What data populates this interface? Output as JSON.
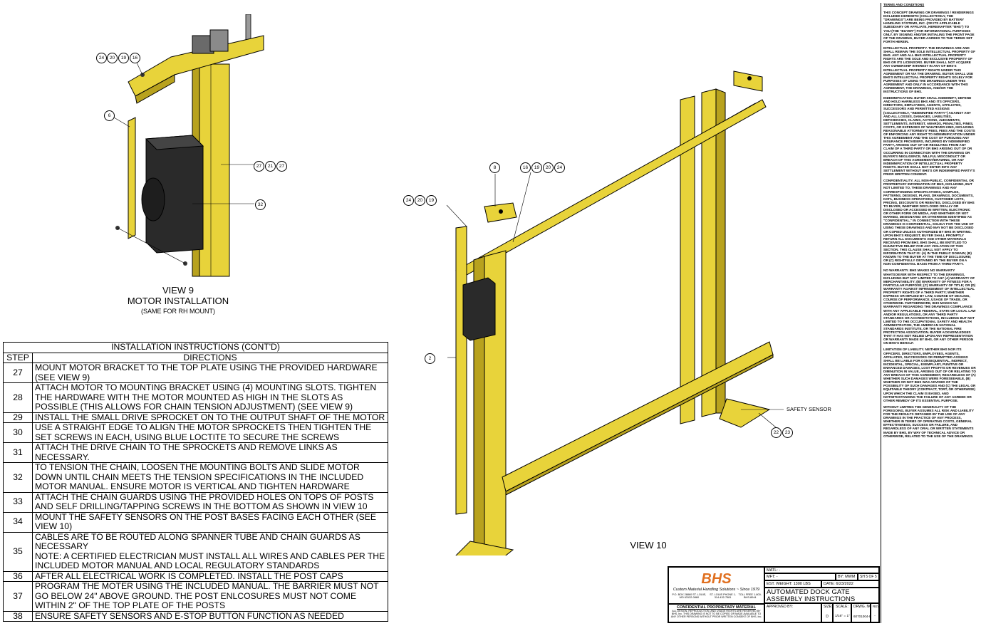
{
  "view9": {
    "title": "VIEW 9",
    "subtitle": "MOTOR INSTALLATION",
    "note": "(SAME FOR RH MOUNT)",
    "callouts": [
      "24",
      "20",
      "19",
      "16",
      "6",
      "27",
      "21",
      "27",
      "32"
    ]
  },
  "view10": {
    "title": "VIEW 10",
    "callouts": [
      "8",
      "16",
      "19",
      "20",
      "24",
      "24",
      "20",
      "19",
      "2",
      "22",
      "23"
    ],
    "safety_sensor_label": "SAFETY SENSOR"
  },
  "instructions": {
    "title": "INSTALLATION INSTRUCTIONS (CONT'D)",
    "col_step": "STEP",
    "col_directions": "DIRECTIONS",
    "rows": [
      {
        "step": "27",
        "text": "MOUNT MOTOR BRACKET TO THE TOP PLATE USING THE PROVIDED HARDWARE (SEE VIEW 9)"
      },
      {
        "step": "28",
        "text": "ATTACH MOTOR TO MOUNTING BRACKET USING (4) MOUNTING SLOTS. TIGHTEN THE HARDWARE WITH THE MOTOR MOUNTED AS HIGH IN THE SLOTS AS POSSIBLE (THIS ALLOWS FOR CHAIN TENSION ADJUSTMENT) (SEE VIEW 9)"
      },
      {
        "step": "29",
        "text": "INSTALL THE SMALL DRIVE SPROCKET ON TO THE OUTPUT SHAFT OF THE MOTOR"
      },
      {
        "step": "30",
        "text": "USE A STRAIGHT EDGE TO ALIGN THE MOTOR SPROCKETS THEN TIGHTEN THE SET SCREWS IN EACH, USING BLUE LOCTITE TO SECURE THE SCREWS"
      },
      {
        "step": "31",
        "text": "ATTACH THE DRIVE CHAIN TO THE SPROCKETS AND REMOVE LINKS AS NECESSARY."
      },
      {
        "step": "32",
        "text": "TO TENSION THE CHAIN, LOOSEN THE MOUNTING BOLTS AND SLIDE MOTOR DOWN UNTIL CHAIN MEETS THE TENSION SPECIFICATIONS IN THE INCLUDED MOTOR MANUAL. ENSURE MOTOR IS VERTICAL AND TIGHTEN HARDWARE"
      },
      {
        "step": "33",
        "text": "ATTACH THE CHAIN GUARDS USING THE PROVIDED HOLES ON TOPS OF POSTS AND SELF DRILLING/TAPPING SCREWS IN THE BOTTOM AS SHOWN IN VIEW 10"
      },
      {
        "step": "34",
        "text": "MOUNT THE SAFETY SENSORS ON THE POST BASES FACING EACH OTHER (SEE VIEW 10)"
      },
      {
        "step": "35",
        "text": "CABLES ARE TO BE ROUTED ALONG SPANNER TUBE AND CHAIN GUARDS AS NECESSARY\nNOTE: A CERTIFIED ELECTRICIAN MUST INSTALL ALL WIRES AND CABLES PER THE INCLUDED MOTOR MANUAL AND LOCAL REGULATORY STANDARDS"
      },
      {
        "step": "36",
        "text": "AFTER ALL ELECTRICAL WORK IS COMPLETED. INSTALL THE POST CAPS"
      },
      {
        "step": "37",
        "text": "PROGRAM THE MOTER USING THE INCLUDED MANUAL. THE BARRIER MUST NOT GO BELOW 24\" ABOVE GROUND. THE POST ENLCOSURES MUST NOT COME WITHIN 2\" OF THE TOP PLATE OF THE POSTS"
      },
      {
        "step": "38",
        "text": "ENSURE SAFETY SENSORS AND E-STOP BUTTON FUNCTION AS NEEDED"
      }
    ]
  },
  "terms": {
    "heading": "TERMS AND CONDITIONS",
    "paragraphs": [
      "THIS CONCEPT DRAWING OR DRAWINGS / RENDERINGS INCLUDED HEREWITH (COLLECTIVELY, THE \"DRAWINGS\") ARE BEING PROVIDED BY BATTERY HANDLING SYSTEMS, INC. (OR ITS APPLICABLE SUBSIDIARY OR AFFILIATE, HEREINAFTER \"BHS\") TO YOU (THE \"BUYER\") FOR INFORMATIONAL PURPOSES ONLY. BY SIGNING AND/OR INITIALING THE FRONT PAGE OF THE DRAWING, BUYER AGREES TO THE TERMS SET FORTH HEREIN.",
      "INTELLECTUAL PROPERTY. THE DRAWINGS ARE AND SHALL REMAIN THE SOLE INTELLECTUAL PROPERTY OF BHS. ANY AND ALL BHS INTELLECTUAL PROPERTY RIGHTS ARE THE SOLE AND EXCLUSIVE PROPERTY OF BHS OR ITS LICENSORS. BUYER SHALL NOT ACQUIRE ANY OWNERSHIP INTEREST IN ANY OF BHS'S INTELLECTUAL PROPERTY RIGHTS UNDER THIS AGREEMENT OR VIA THE DRAWING. BUYER SHALL USE BHS'S INTELLECTUAL PROPERTY RIGHTS SOLELY FOR PURPOSES OF USING THE DRAWINGS UNDER THIS AGREEMENT AND ONLY IN ACCORDANCE WITH THIS AGREEMENT, THE DRAWINGS, AND/OR THE INSTRUCTIONS OF BHS.",
      "INDEMNIFICATION. BUYER SHALL INDEMNIFY, DEFEND AND HOLD HARMLESS BHS AND ITS OFFICERS, DIRECTORS, EMPLOYEES, AGENTS, AFFILIATES, SUCCESSORS AND PERMITTED ASSIGNS (COLLECTIVELY, \"INDEMNIFIED PARTY\") AGAINST ANY AND ALL LOSSES, DAMAGES, LIABILITIES, DEFICIENCIES, CLAIMS, ACTIONS, JUDGMENTS, SETTLEMENTS, INTEREST, AWARDS, PENALTIES, FINES, COSTS, OR EXPENSES OF WHATEVER KIND, INCLUDING REASONABLE ATTORNEYS' FEES, FEES AND THE COSTS OF ENFORCING ANY RIGHT TO INDEMNIFICATION UNDER THIS AGREEMENT AND THE COST OF PURSUING ANY INSURANCE PROVIDERS, INCURRED BY INDEMNIFIED PARTY, ARISING OUT OF OR RESULTING FROM ANY CLAIM OF A THIRD PARTY OR BHS ARISING OUT OF OR OCCURRING IN CONNECTION WITH THE DRAWING OR BUYER'S NEGLIGENCE, WILLFUL MISCONDUCT OR BREACH OF THIS AGREEMENT/DRAWING, OR ANY INDEMNIFICATION OF INTELLECTUAL PROPERTY RIGHTS. BUYER SHALL NOT ENTER INTO ANY SETTLEMENT WITHOUT BHS'S OR INDEMNIFIED PARTY'S PRIOR WRITTEN CONSENT.",
      "CONFIDENTIALITY. ALL NON-PUBLIC, CONFIDENTIAL OR PROPRIETARY INFORMATION OF BHS, INCLUDING, BUT NOT LIMITED TO, THESE DRAWINGS AND ANY CORRESPONDING SPECIFICATIONS, SAMPLES, PATTERNS, DESIGNS, PLANS, DRAWINGS, DOCUMENTS, DATA, BUSINESS OPERATIONS, CUSTOMER LISTS, PRICING, DISCOUNTS OR REBATES, DISCLOSED BY BHS TO BUYER, WHETHER DISCLOSED ORALLY OR DISCLOSED OR ACCESSED IN WRITTEN, ELECTRONIC OR OTHER FORM OR MEDIA, AND WHETHER OR NOT MARKED, DESIGNATED OR OTHERWISE IDENTIFIED AS \"CONFIDENTIAL,\" IN CONNECTION WITH THESE DRAWINGS IS CONFIDENTIAL, SOLELY FOR THE USE OF USING THESE DRAWINGS AND MAY NOT BE DISCLOSED OR COPIED UNLESS AUTHORIZED BY BHS IN WRITING. UPON BHS'S REQUEST, BUYER SHALL PROMPTLY RETURN ALL DOCUMENTS AND OTHER MATERIALS RECEIVED FROM BHS. BHS SHALL BE ENTITLED TO INJUNCTIVE RELIEF FOR ANY VIOLATION OF THIS SECTION. THIS CLAUSE SHALL NOT APPLY TO INFORMATION THAT IS: (A) IN THE PUBLIC DOMAIN; (B) KNOWN TO THE BUYER AT THE TIME OF DISCLOSURE; OR (C) RIGHTFULLY OBTAINED BY THE BUYER ON A NON-CONFIDENTIAL BASIS FROM A THIRD PARTY.",
      "NO WARRANTY. BHS MAKES NO WARRANTY WHATSOEVER WITH RESPECT TO THE DRAWINGS, INCLUDING BUT NOT LIMITED TO ANY (A) WARRANTY OF MERCHANTABILITY; (B) WARRANTY OF FITNESS FOR A PARTICULAR PURPOSE; (C) WARRANTY OF TITLE; OR (D) WARRANTY AGAINST INFRINGEMENT OF INTELLECTUAL PROPERTY RIGHTS OF A THIRD PARTY; WHETHER EXPRESS OR IMPLIED BY LAW, COURSE OF DEALING, COURSE OF PERFORMANCE, USAGE OF TRADE, OR OTHERWISE. FURTHERMORE, BHS MAKES NO WARRANTY REGARDING THE DRAWINGS COMPLIANCE WITH ANY APPLICABLE FEDERAL, STATE OR LOCAL LAW AND/OR REGULATIONS, OR ANY THIRD PARTY STANDARDS OR ACCREDITATIONS, INCLUDING BUT NOT LIMITED TO THE OCCUPATIONAL SAFETY AND HEALTH ADMINISTRATION, THE AMERICAN NATIONAL STANDARDS INSTITUTE, OR THE NATIONAL FIRE PROTECTION ASSOCIATION. BUYER ACKNOWLEDGES THAT IT HAS NOT RELIED UPON ANY REPRESENTATION OR WARRANTY MADE BY BHS, OR ANY OTHER PERSON ON BHS'S BEHALF.",
      "LIMITATION OF LIABILITY. NEITHER BHS NOR ITS OFFICERS, DIRECTORS, EMPLOYEES, AGENTS, AFFILIATES, SUCCESSORS OR PERMITTED ASSIGNS SHALL BE LIABLE FOR CONSEQUENTIAL, INDIRECT, INCIDENTAL, SPECIAL, EXEMPLARY, PUNITIVE OR ENHANCED DAMAGES, LOST PROFITS OR REVENUES OR DIMINUTION IN VALUE, ARISING OUT OF OR RELATING TO ANY BREACH OF THIS AGREEMENT, REGARDLESS OF (A) WHETHER SUCH DAMAGES WERE FORESEEABLE, (B) WHETHER OR NOT BHS WAS ADVISED OF THE POSSIBILITY OF SUCH DAMAGES AND (C) THE LEGAL OR EQUITABLE THEORY (CONTRACT, TORT, OR OTHERWISE) UPON WHICH THE CLAIM IS BASED, AND NOTWITHSTANDING THE FAILURE OF ANY AGREED OR OTHER REMEDY OF ITS ESSENTIAL PURPOSE.",
      "WITHOUT LIMITING THE GENERALITY OF THE FOREGOING, BUYER ASSUMES ALL RISK AND LIABILITY FOR THE RESULTS OBTAINED BY THE USE OF ANY DRAWINGS IN THE PRACTICE OF ANY PROCESS, WHETHER IN TERMS OF OPERATING COSTS, GENERAL EFFECTIVENESS, SUCCESS OR FAILURE, AND REGARDLESS OF ANY ORAL OR WRITTEN STATEMENTS MADE BY BHS, BY WAY OF TECHNICAL ADVICE OR OTHERWISE, RELATED TO THE USE OF THE DRAWINGS."
    ]
  },
  "title_block": {
    "logo": "BHS",
    "tagline": "Custom Material Handling Solutions ~ Since 1979",
    "address1": "P.O. BOX 28860 ST. LOUIS, MO 63132-0860",
    "address2": "ST. LOUIS PHONE 1-314-432-7581",
    "address3": "TOLL FREE 1-800-BHS-8044",
    "prop_heading": "CONFIDENTIAL PROPRIETARY MATERIAL",
    "prop_text": "ALL DESIGN, REPRODUCTION, AND USAGE RIGHTS ARE RESERVED BY BHS, Inc. THIS DRAWING IS NOT TO BE COPIED OR MADE AVAILABLE TO ANY OTHER PERSONS WITHOUT PRIOR WRITTEN CONSENT OF BHS, Inc.",
    "mat_label": "MATL: -",
    "mft_label": "MFT: -",
    "by": "BY: MWM",
    "sheet": "SH 5 OF 5",
    "est_weight": "EST. WEIGHT: 1300 LBS",
    "date": "DATE: 6/23/2022",
    "drawing_title_1": "AUTOMATED DOCK GATE",
    "drawing_title_2": "ASSEMBLY INSTRUCTIONS",
    "approved_by": "APPROVED BY:",
    "size_label": "SIZE:",
    "scale_label": "SCALE:",
    "dwg_label": "DRWG. NO.",
    "rev_label": "REV.",
    "size": "D",
    "scale": "1/16\" = 1\"",
    "dwg_no": "60701004-I",
    "rev": "-"
  },
  "colors": {
    "yellow": "#e8d33a",
    "yellow_dark": "#b8a21e",
    "black_motor": "#2a2a2a",
    "grey_tube": "#9a9a9a",
    "logo_orange": "#e07020"
  }
}
